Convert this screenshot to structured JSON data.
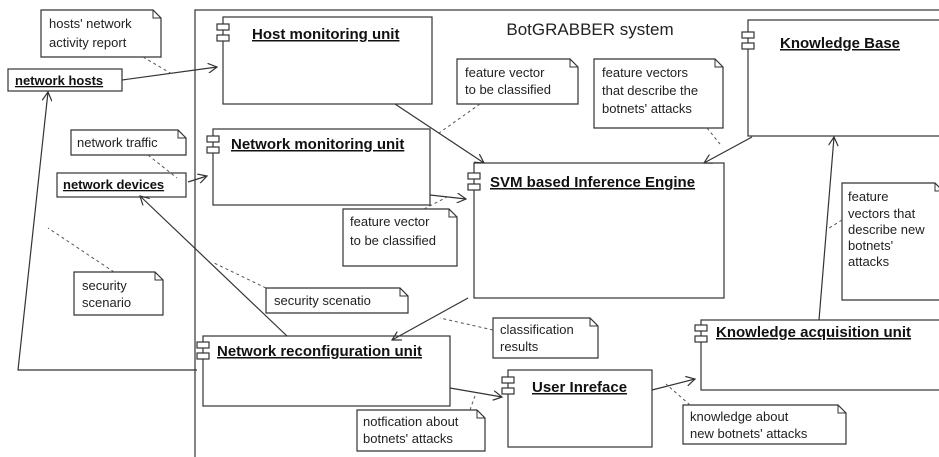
{
  "system": {
    "title": "BotGRABBER system"
  },
  "components": {
    "host_monitoring": "Host monitoring unit",
    "knowledge_base": "Knowledge Base",
    "network_monitoring": "Network monitoring unit",
    "svm_engine": "SVM based Inference Engine",
    "network_reconfiguration": "Network reconfiguration unit",
    "knowledge_acquisition": "Knowledge acquisition unit",
    "user_interface": "User Inreface"
  },
  "external": {
    "network_hosts": "network hosts",
    "network_devices": "network devices"
  },
  "notes": {
    "hosts_report": [
      "hosts' network",
      "activity report"
    ],
    "network_traffic": [
      "network traffic"
    ],
    "fv_classified_1": [
      "feature vector",
      "to be classified"
    ],
    "fv_attacks": [
      "feature vectors",
      "that describe the",
      "botnets' attacks"
    ],
    "fv_classified_2": [
      "feature vector",
      "to be classified"
    ],
    "fv_new_attacks": [
      "feature",
      "vectors that",
      "describe new",
      "botnets'",
      "attacks"
    ],
    "security_scenario_left": [
      "security",
      "scenario"
    ],
    "security_scenatio": [
      "security scenatio"
    ],
    "classification_results": [
      "classification",
      "results"
    ],
    "notification": [
      "notfication about",
      "botnets' attacks"
    ],
    "knowledge_new": [
      "knowledge about",
      "new botnets' attacks"
    ]
  }
}
